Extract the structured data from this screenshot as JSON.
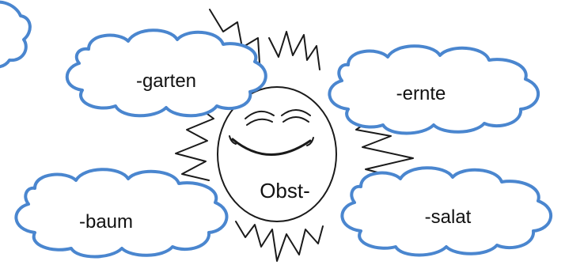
{
  "center_word": "Obst-",
  "suffixes": {
    "garten": "-garten",
    "ernte": "-ernte",
    "baum": "-baum",
    "salat": "-salat"
  },
  "colors": {
    "cloud_stroke": "#4a86cf",
    "cloud_fill": "#ffffff",
    "sun_line": "#1a1a1a",
    "text": "#111111"
  },
  "icons": {
    "sun": "smiling-sun-icon",
    "cloud": "cloud-shape"
  }
}
